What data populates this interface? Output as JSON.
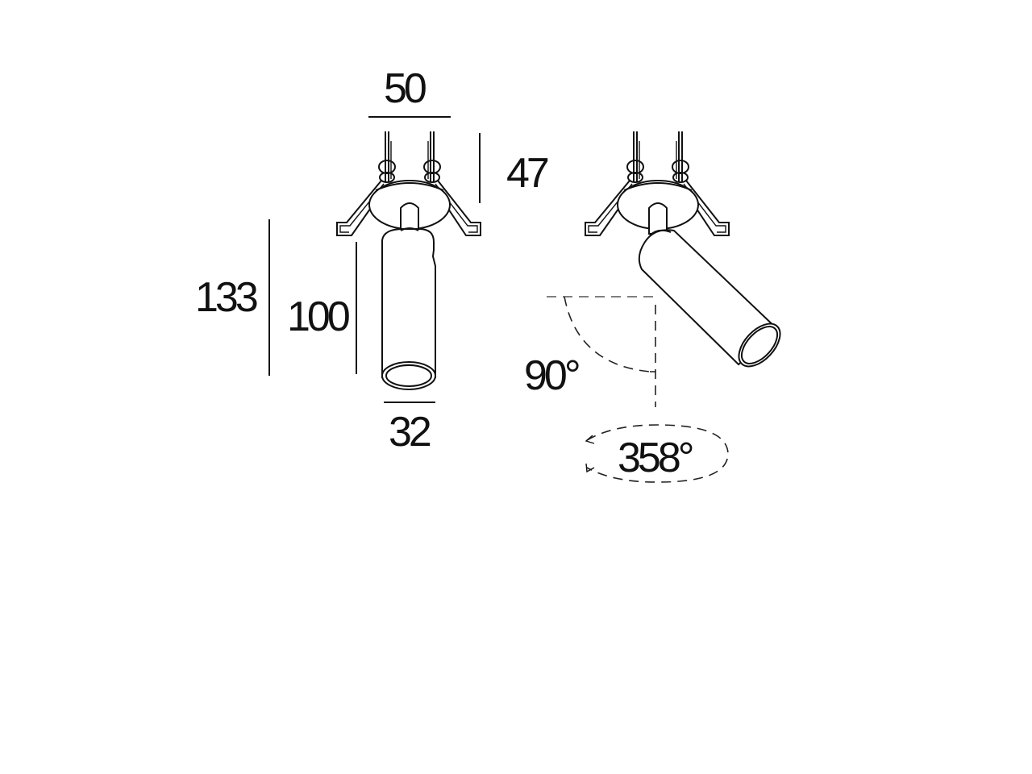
{
  "drawing": {
    "subject": "Recessed adjustable cylinder spotlight with spring clips",
    "views": [
      {
        "id": "front",
        "name": "Front view (straight)"
      },
      {
        "id": "tilted",
        "name": "Tilted view (adjusted)"
      }
    ]
  },
  "dimensions": {
    "width_top": "50",
    "recess_depth": "47",
    "total_height": "133",
    "cylinder_height": "100",
    "cylinder_diameter": "32",
    "tilt_angle": "90°",
    "rotation_angle": "358°"
  },
  "colors": {
    "ink": "#111111",
    "dashed": "#555555",
    "background": "#ffffff"
  }
}
